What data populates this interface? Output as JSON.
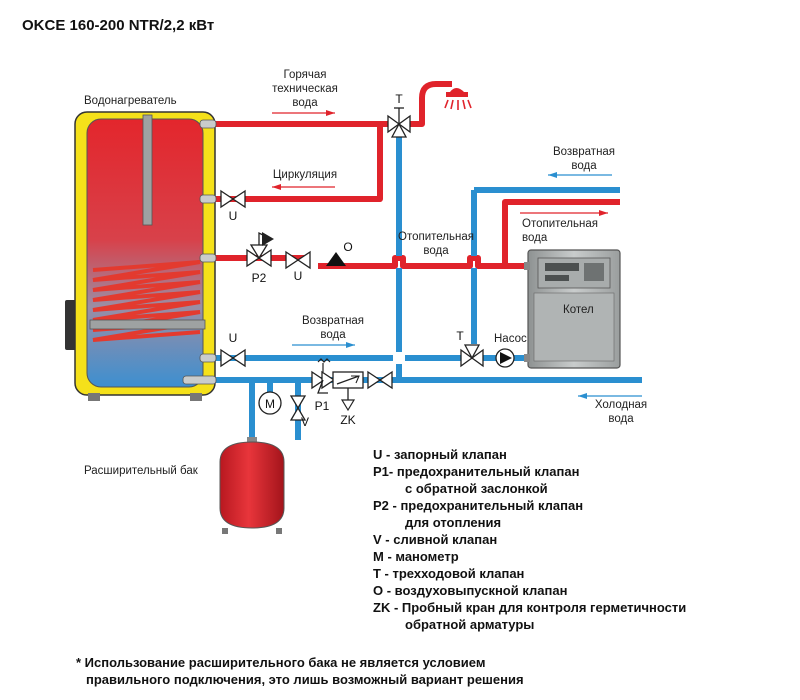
{
  "title": "OKCE 160-200 NTR/2,2 кВт",
  "labels": {
    "heater": "Водонагреватель",
    "hot_water_1": "Горячая",
    "hot_water_2": "техническая",
    "hot_water_3": "вода",
    "circulation": "Циркуляция",
    "return_top_1": "Возвратная",
    "return_top_2": "вода",
    "heating_mid_1": "Отопительная",
    "heating_mid_2": "вода",
    "heating_right_1": "Отопительная",
    "heating_right_2": "вода",
    "return_mid_1": "Возвратная",
    "return_mid_2": "вода",
    "cold_1": "Холодная",
    "cold_2": "вода",
    "boiler": "Котел",
    "pump": "Насос",
    "expansion": "Расширительный бак"
  },
  "codes": {
    "t_top": "T",
    "t_bottom": "T",
    "u_circ": "U",
    "u_mid": "U",
    "u_bottom": "U",
    "p2": "P2",
    "o": "O",
    "p1": "P1",
    "v": "V",
    "zk": "ZK",
    "m": "M"
  },
  "legend": [
    "U - запорный клапан",
    "P1- предохранительный клапан",
    "с обратной заслонкой",
    "P2 - предохранительный клапан",
    "для отопления",
    "V - сливной клапан",
    "M - манометр",
    "T - трехходовой клапан",
    "O - воздуховыпускной клапан",
    "ZK - Пробный кран для контроля герметичности",
    "обратной арматуры"
  ],
  "note": [
    "* Использование расширительного бака не является условием",
    "правильного подключения, это лишь возможный вариант решения"
  ],
  "colors": {
    "hot_pipe": "#e0232b",
    "cold_pipe": "#2a8fd0",
    "tank_shell": "#f5e11a",
    "boiler_body": "#b9bcbc"
  }
}
